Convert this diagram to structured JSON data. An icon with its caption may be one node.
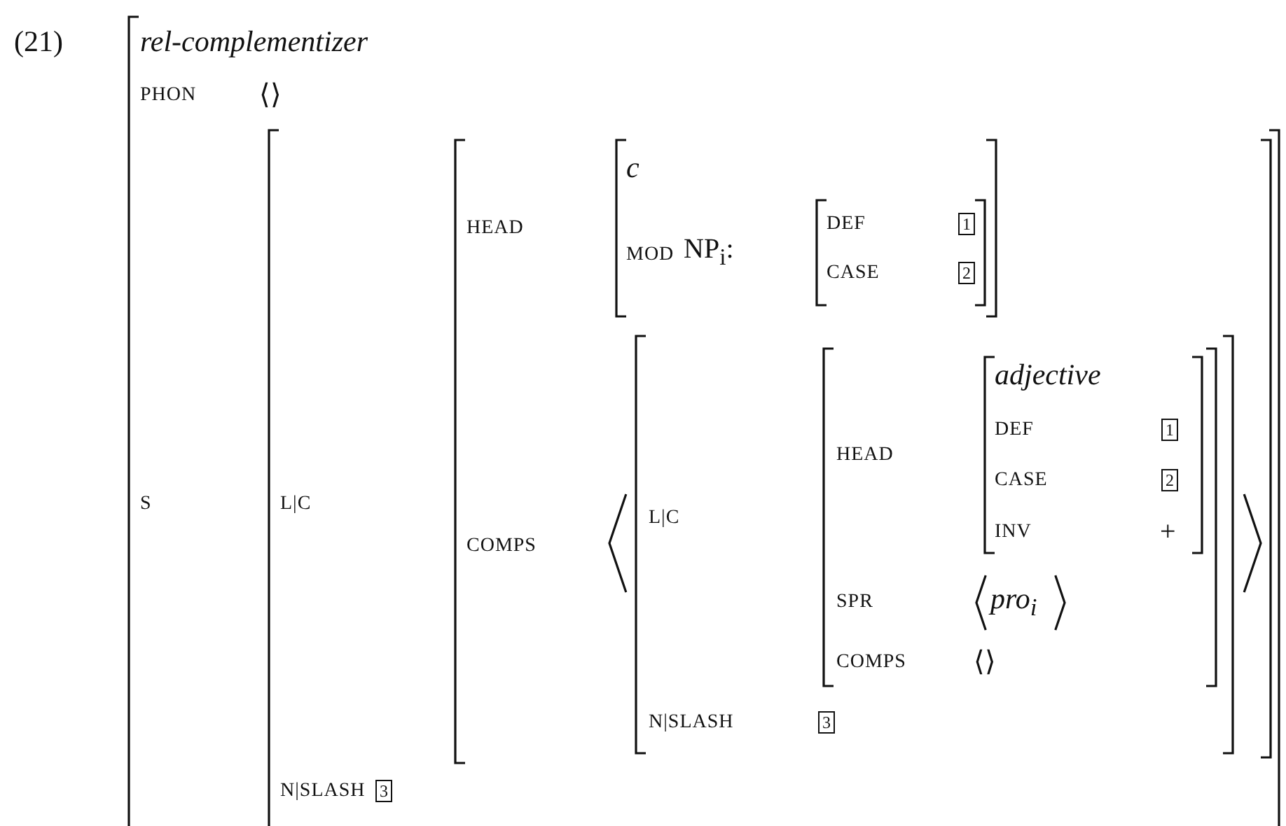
{
  "diagram": {
    "labels": [
      "(21)",
      "rel-complementizer",
      "PHON",
      "⟨⟩",
      "c",
      "HEAD",
      "DEF",
      "1",
      "MOD",
      "NP$_{i}$:",
      "CASE",
      "2",
      "adjective",
      "DEF",
      "1",
      "HEAD",
      "CASE",
      "2",
      "S",
      "L|C",
      "COMPS",
      "L|C",
      "INV",
      "+",
      "SPR",
      "pro$_{i}$",
      "COMPS",
      "⟨⟩",
      "N|SLASH",
      "3",
      "N|SLASH",
      "3"
    ]
  }
}
